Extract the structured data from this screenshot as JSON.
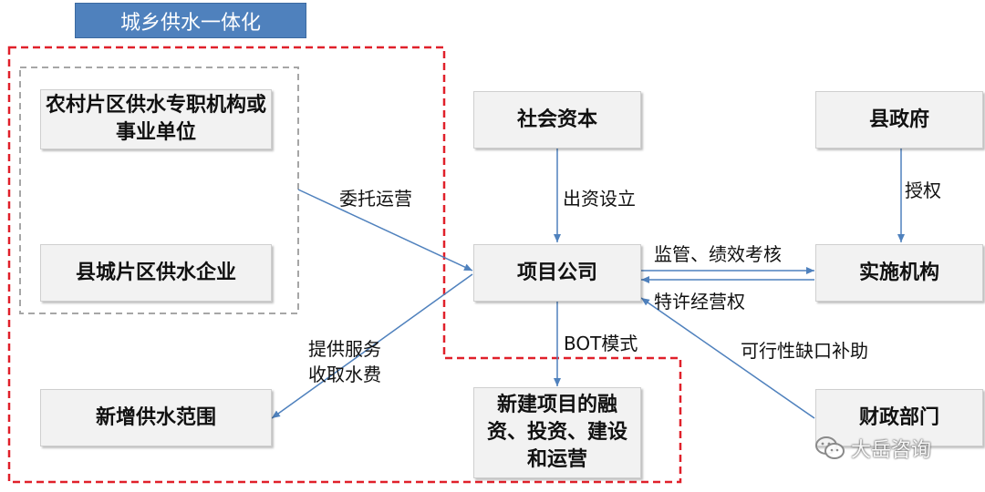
{
  "diagram": {
    "title": "城乡供水一体化",
    "nodes": {
      "rural_unit": "农村片区供水专职机构或事业单位",
      "county_enterprise": "县城片区供水企业",
      "new_supply": "新增供水范围",
      "social_capital": "社会资本",
      "county_gov": "县政府",
      "project_company": "项目公司",
      "implementing_agency": "实施机构",
      "new_project": "新建项目的融资、投资、建设和运营",
      "finance_dept": "财政部门"
    },
    "edges": {
      "entrusted_operation": "委托运营",
      "capital_setup": "出资设立",
      "authorization": "授权",
      "supervision": "监管、绩效考核",
      "franchise": "特许经营权",
      "bot": "BOT模式",
      "service_line1": "提供服务",
      "service_line2": "收取水费",
      "viability_gap": "可行性缺口补助"
    },
    "watermark": "大岳咨询"
  },
  "colors": {
    "title_bg": "#4f81bd",
    "box_bg": "#f2f2f2",
    "arrow": "#4f81bd",
    "red_dash": "#e0202a",
    "gray_dash": "#a6a6a6"
  }
}
